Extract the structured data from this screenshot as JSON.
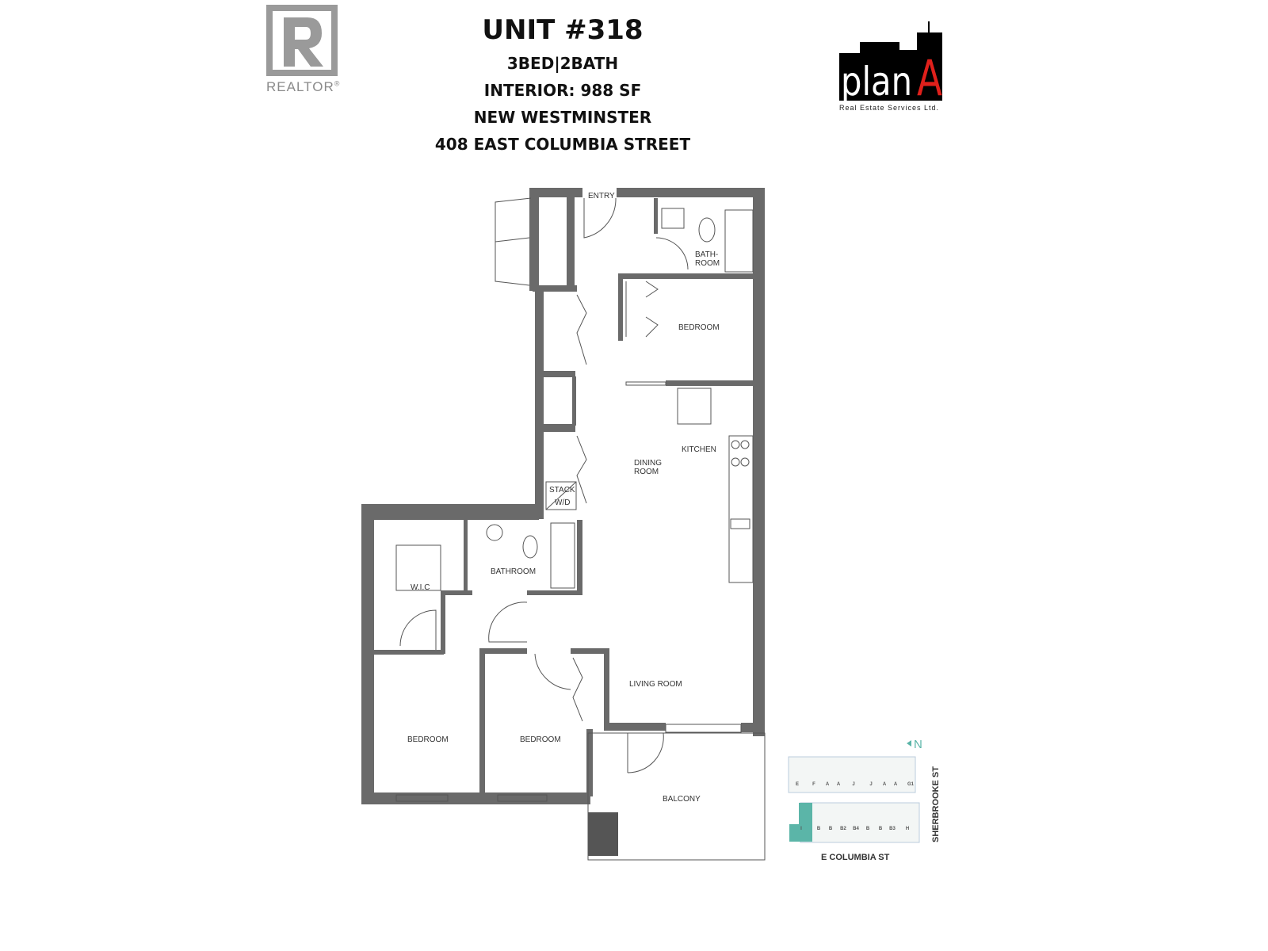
{
  "header": {
    "title": "UNIT #318",
    "bed_bath": "3BED|2BATH",
    "interior": "INTERIOR: 988 SF",
    "city": "NEW WESTMINSTER",
    "address": "408 EAST COLUMBIA STREET"
  },
  "logos": {
    "realtor_text": "REALTOR",
    "realtor_mark": "®",
    "plana_text": "plan",
    "plana_accent": "A",
    "plana_tagline": "Real Estate Services Ltd.",
    "accent_color": "#e0201b"
  },
  "rooms": {
    "entry": "ENTRY",
    "bathroom_top_1": "BATH-",
    "bathroom_top_2": "ROOM",
    "bedroom_1": "BEDROOM",
    "kitchen": "KITCHEN",
    "dining_1": "DINING",
    "dining_2": "ROOM",
    "stack_1": "STACK",
    "stack_2": "W/D",
    "bathroom": "BATHROOM",
    "wic": "W.I.C",
    "living": "LIVING ROOM",
    "bedroom_2": "BEDROOM",
    "bedroom_3": "BEDROOM",
    "balcony": "BALCONY"
  },
  "keyplan": {
    "north": "N",
    "street_bottom": "E COLUMBIA ST",
    "street_right": "SHERBROOKE ST",
    "top_row": [
      "E",
      "F",
      "A",
      "A",
      "J",
      "J",
      "A",
      "A",
      "G1"
    ],
    "bottom_row": [
      "I",
      "B",
      "B",
      "B2",
      "B4",
      "B",
      "B",
      "B3",
      "H"
    ],
    "highlight_color": "#5bb5a8"
  }
}
